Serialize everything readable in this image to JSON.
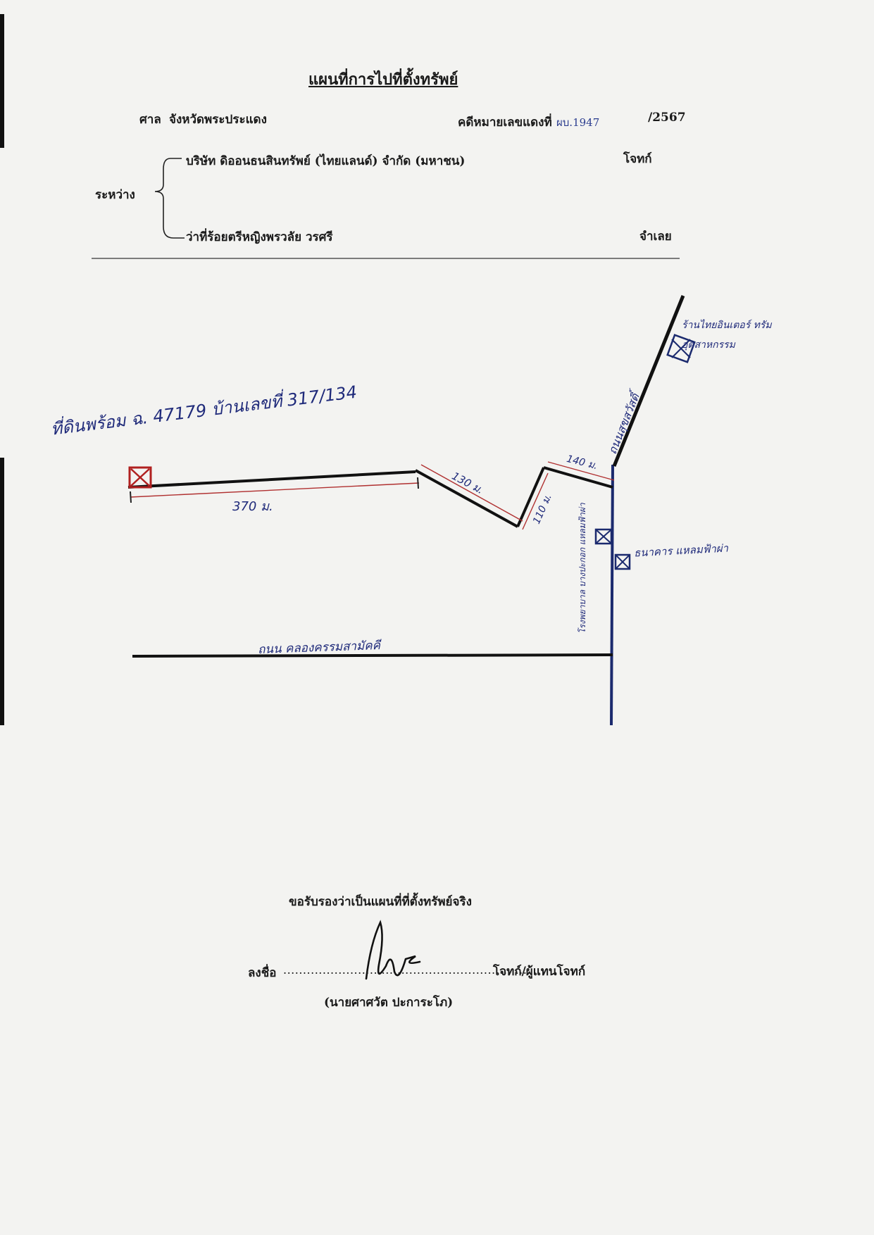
{
  "header": {
    "title": "แผนที่การไปที่ตั้งทรัพย์",
    "court_label": "ศาล",
    "court_name": "จังหวัดพระประแดง",
    "case_label": "คดีหมายเลขแดงที่",
    "case_number": "ผบ.1947",
    "case_year": "/2567",
    "between_label": "ระหว่าง",
    "plaintiff_name": "บริษัท ดิออนธนสินทรัพย์ (ไทยแลนด์) จำกัด (มหาชน)",
    "plaintiff_role": "โจทก์",
    "defendant_name": "ว่าที่ร้อยตรีหญิงพรวลัย วรศรี",
    "defendant_role": "จำเลย"
  },
  "map": {
    "property_label": "ที่ดินพร้อม ฉ. 47179 บ้านเลขที่ 317/134",
    "dist_1": "370 ม.",
    "dist_2": "130 ม.",
    "dist_3": "110 ม.",
    "dist_4": "140 ม.",
    "road_main": "ถนนสุขสวัสดิ์",
    "road_bottom": "ถนน คลองครรมสามัคคี",
    "landmark_ne": "ร้านไทยอินเตอร์ ทรัม อุตสาหกรรม",
    "landmark_e": "ธนาคาร แหลมฟ้าผ่า",
    "landmark_w": "โรงพยาบาล บางปะกอก แหลมฟ้าผ่า"
  },
  "footer": {
    "certify_text": "ขอรับรองว่าเป็นแผนที่ที่ตั้งทรัพย์จริง",
    "sign_label": "ลงชื่อ",
    "sign_dots": "...............................................................",
    "sign_role": "โจทก์/ผู้แทนโจทก์",
    "sign_name": "(นายศาศวัต ปะการะโภ)"
  }
}
